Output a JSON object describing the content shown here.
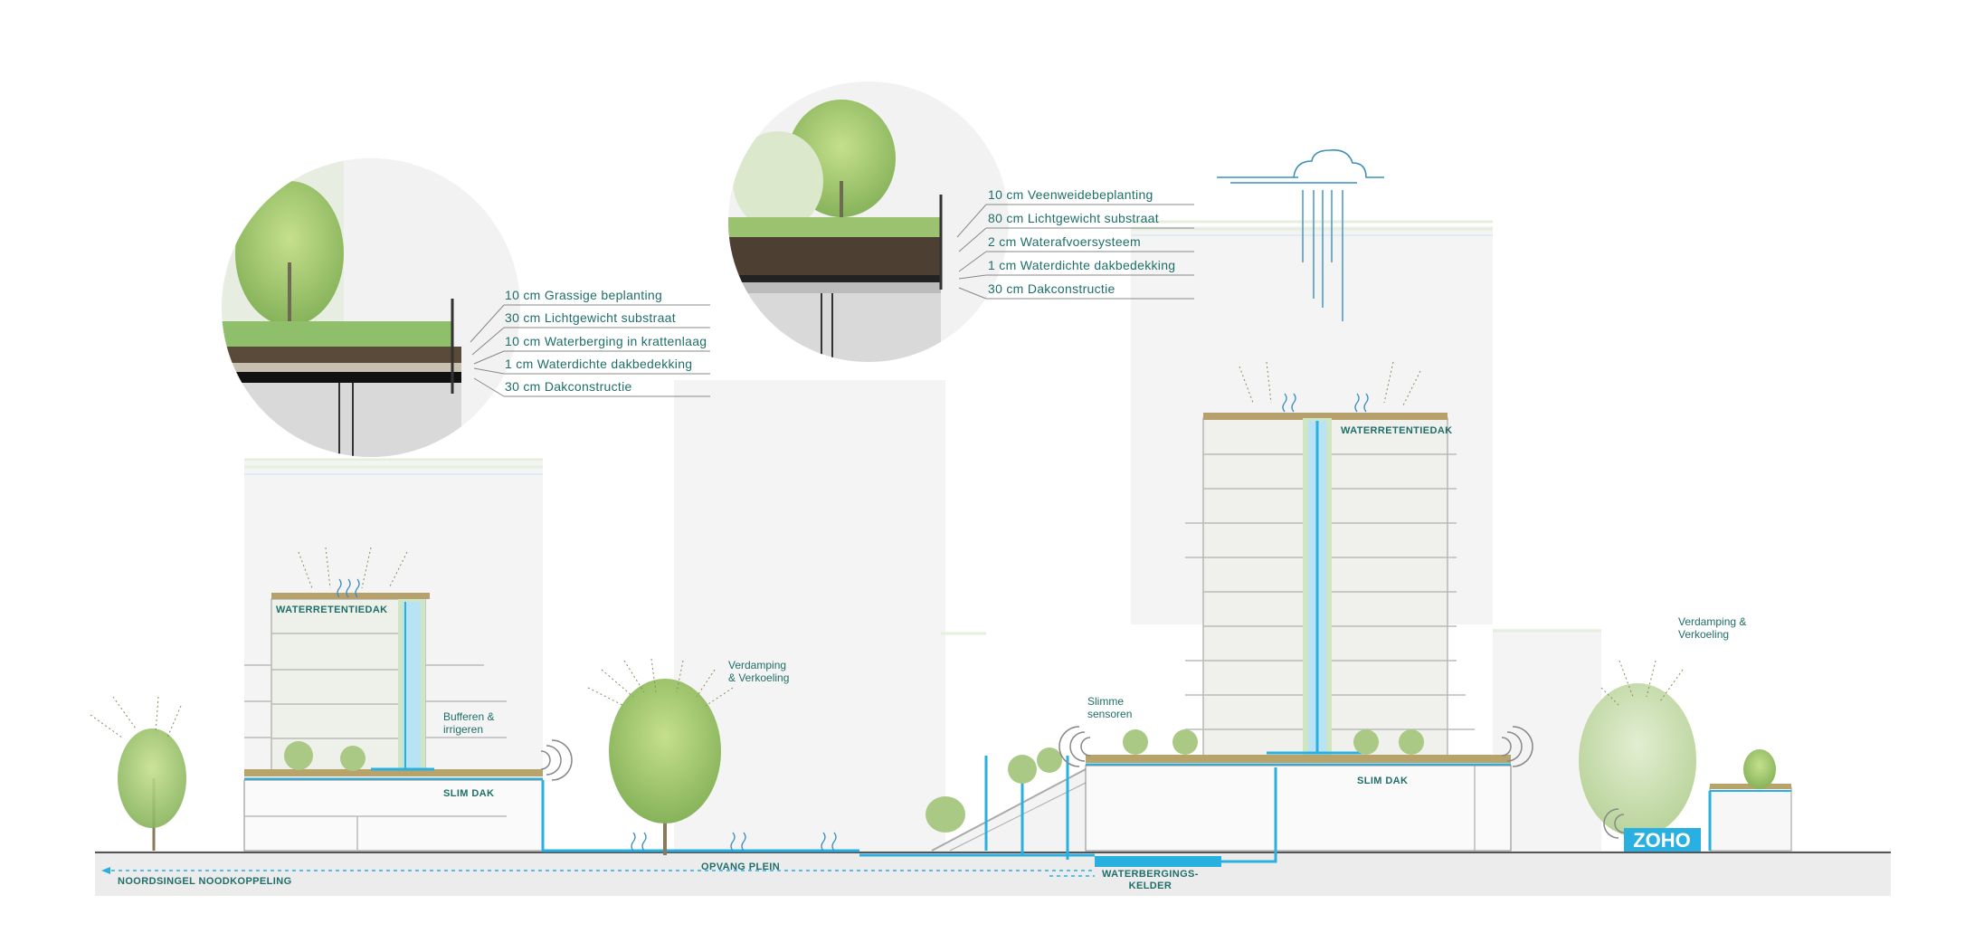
{
  "detail_left": {
    "layers": [
      "10 cm Grassige beplanting",
      "30 cm Lichtgewicht substraat",
      "10 cm Waterberging in krattenlaag",
      "1 cm Waterdichte dakbedekking",
      "30 cm Dakconstructie"
    ]
  },
  "detail_right": {
    "layers": [
      "10 cm Veenweidebeplanting",
      "80 cm Lichtgewicht substraat",
      "2 cm Waterafvoersysteem",
      "1 cm Waterdichte dakbedekking",
      "30 cm Dakconstructie"
    ]
  },
  "labels": {
    "waterretentiedak_left": "WATERRETENTIEDAK",
    "waterretentiedak_right": "WATERRETENTIEDAK",
    "slim_dak_left": "SLIM DAK",
    "slim_dak_right": "SLIM DAK",
    "bufferen": "Bufferen &\nirrigeren",
    "verdamping_center": "Verdamping\n& Verkoeling",
    "verdamping_right": "Verdamping &\nVerkoeling",
    "slimme_sensoren": "Slimme\nsensoren",
    "opvang_plein": "OPVANG PLEIN",
    "noordsingel": "NOORDSINGEL NOODKOPPELING",
    "waterbergingskelder": "WATERBERGINGS-\nKELDER",
    "zoho_logo": "ZOHO"
  },
  "colors": {
    "water": "#2ab0e0",
    "text": "#1f6e69",
    "building_fill": "#f3f3f3",
    "tree": "#9cc36a"
  }
}
